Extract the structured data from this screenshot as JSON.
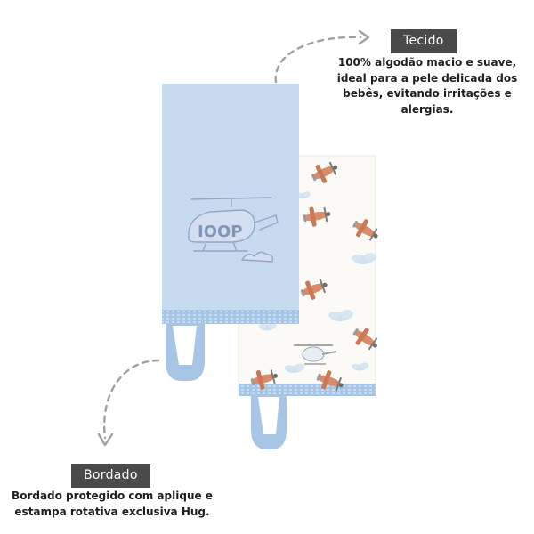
{
  "callout_top": {
    "label": "Tecido",
    "lines": [
      "100% algodão macio e suave,",
      "ideal para a pele delicada dos",
      "bebês, evitando irritações e",
      "alergias."
    ]
  },
  "callout_bottom": {
    "label": "Bordado",
    "lines": [
      "Bordado protegido com aplique e",
      "estampa rotativa exclusiva Hug."
    ]
  },
  "colors": {
    "tag_background": "#4a4a4a",
    "blue_cloth": "#c9dcef",
    "blue_trim": "#9fc0e2",
    "print_background": "#fbfaf6",
    "arrow": "#9a9a9a"
  },
  "icons": [
    "helicopter-embroidery-icon",
    "airplane-print-icon",
    "cloud-icon"
  ]
}
